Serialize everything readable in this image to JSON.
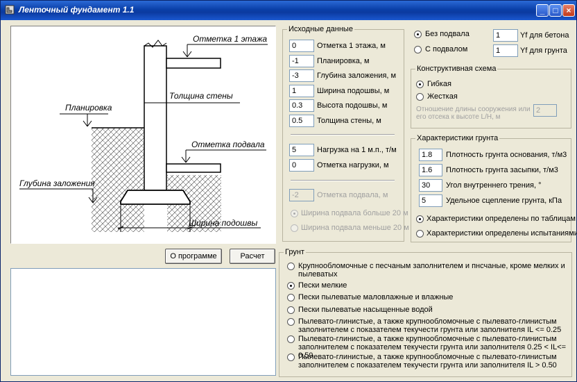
{
  "window": {
    "title": "Ленточный фундамент 1.1",
    "minimize_glyph": "_",
    "maximize_glyph": "□",
    "close_glyph": "×"
  },
  "icons": {
    "app": "app-icon"
  },
  "diagram": {
    "labels": {
      "floor1": "Отметка 1 этажа",
      "wall": "Толщина стены",
      "grade": "Планировка",
      "basement": "Отметка подвала",
      "depth": "Глубина заложения",
      "footing": "Ширина подошвы"
    }
  },
  "source": {
    "title": "Исходные данные",
    "fields": [
      {
        "value": "0",
        "label": "Отметка 1 этажа, м"
      },
      {
        "value": "-1",
        "label": "Планировка, м"
      },
      {
        "value": "-3",
        "label": "Глубина заложения, м"
      },
      {
        "value": "1",
        "label": "Ширина подошвы, м"
      },
      {
        "value": "0.3",
        "label": "Высота подошвы, м"
      },
      {
        "value": "0.5",
        "label": "Толщина стены, м"
      }
    ],
    "load": [
      {
        "value": "5",
        "label": "Нагрузка на 1 м.п., т/м"
      },
      {
        "value": "0",
        "label": "Отметка нагрузки, м"
      }
    ],
    "basement_elev": {
      "value": "-2",
      "label": "Отметка подвала, м"
    },
    "basement_radios": [
      {
        "label": "Ширина подвала больше 20 м",
        "checked": true
      },
      {
        "label": "Ширина подвала меньше 20 м",
        "checked": false
      }
    ]
  },
  "basement_mode": {
    "radios": [
      {
        "label": "Без подвала",
        "checked": true
      },
      {
        "label": "С подвалом",
        "checked": false
      }
    ],
    "gamma": [
      {
        "value": "1",
        "label": "Yf для бетона"
      },
      {
        "value": "1",
        "label": "Yf для грунта"
      }
    ]
  },
  "scheme": {
    "title": "Конструктивная схема",
    "radios": [
      {
        "label": "Гибкая",
        "checked": true
      },
      {
        "label": "Жесткая",
        "checked": false
      }
    ],
    "ratio_label_1": "Отношение длины сооружения или",
    "ratio_label_2": "его отсека к высоте L/H, м",
    "ratio_value": "2"
  },
  "soil_props": {
    "title": "Характеристики грунта",
    "fields": [
      {
        "value": "1.8",
        "label": "Плотность грунта основания, т/м3"
      },
      {
        "value": "1.6",
        "label": "Плотность грунта засыпки, т/м3"
      },
      {
        "value": "30",
        "label": "Угол внутреннего трения, °"
      },
      {
        "value": "5",
        "label": "Удельное сцепление грунта, кПа"
      }
    ],
    "radios": [
      {
        "label": "Характеристики определены по таблицам",
        "checked": true
      },
      {
        "label": "Характеристики определены испытаниями",
        "checked": false
      }
    ]
  },
  "buttons": {
    "about": "О программе",
    "calc": "Расчет"
  },
  "soil": {
    "title": "Грунт",
    "options": [
      {
        "lines": [
          "Крупнообломочные с песчаным заполнителем и пнсчаные, кроме мелких и",
          "пылеватых"
        ],
        "checked": false
      },
      {
        "lines": [
          "Пески мелкие"
        ],
        "checked": true
      },
      {
        "lines": [
          "Пески пылеватые маловлажные и влажные"
        ],
        "checked": false
      },
      {
        "lines": [
          "Пески пылеватые насыщенные водой"
        ],
        "checked": false
      },
      {
        "lines": [
          "Пылевато-глинистые, а также крупнообломочные с пылевато-глинистым",
          "заполнителем с показателем текучести грунта или заполнителя IL <= 0.25"
        ],
        "checked": false
      },
      {
        "lines": [
          "Пылевато-глинистые, а также крупнообломочные с пылевато-глинистым",
          "заполнителем с показателем текучести грунта или заполнителя 0.25 < IL<= 0.50"
        ],
        "checked": false
      },
      {
        "lines": [
          "Пылевато-глинистые, а также крупнообломочные с пылевато-глинистым",
          "заполнителем с показателем текучести грунта или заполнителя IL > 0.50"
        ],
        "checked": false
      }
    ]
  }
}
